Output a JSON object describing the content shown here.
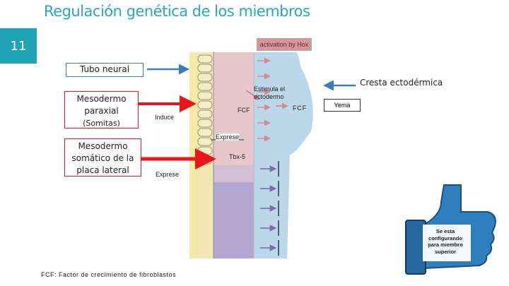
{
  "header": {
    "title": "Regulación genética de los miembros",
    "slide_number": "11"
  },
  "labels": {
    "tubo_neural": "Tubo neural",
    "mesodermo_paraxial_1": "Mesodermo",
    "mesodermo_paraxial_2": "paraxial",
    "somitas": "(Somitas)",
    "mesodermo_somatico_1": "Mesodermo",
    "mesodermo_somatico_2": "somático de la",
    "mesodermo_somatico_3": "placa lateral",
    "induce": "Induce",
    "exprese_1": "Exprese",
    "exprese_2": "Exprese",
    "fcf_left": "FCF",
    "fcf_right": "FCF",
    "estimula_1": "Estimula el",
    "estimula_2": "ectodermo",
    "tbx5": "Tbx-5",
    "activation_hox": "activation by Hox",
    "cresta": "Cresta ectodérmica",
    "yema": "Yema"
  },
  "thumb": {
    "line1": "Se esta",
    "line2": "configurando",
    "line3": "para miembro",
    "line4": "superior"
  },
  "footnote": "FCF: Factor de crecimiento de fibroblastos",
  "colors": {
    "accent": "#21a4b6",
    "arrow_red": "#e8151b",
    "arrow_blue": "#3a7db8",
    "mesoderm_pink": "#e7c6cc",
    "mesoderm_purple": "#b3a6d3",
    "ectoderm_blue": "#bcd6ea",
    "somite_yellow": "#f2e7b2"
  }
}
